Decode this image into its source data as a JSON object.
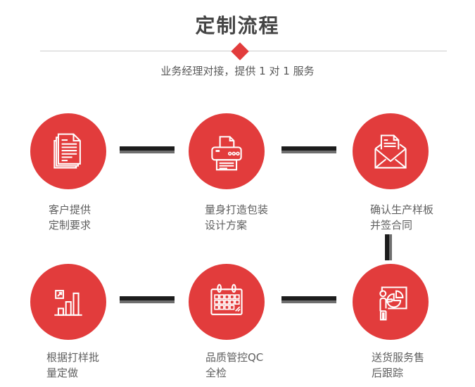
{
  "header": {
    "title": "定制流程",
    "subtitle": "业务经理对接，提供 1 对 1 服务"
  },
  "steps": [
    {
      "icon": "documents-icon",
      "line1": "客户提供",
      "line2": "定制要求"
    },
    {
      "icon": "printer-icon",
      "line1": "量身打造包装",
      "line2": "设计方案"
    },
    {
      "icon": "envelope-icon",
      "line1": "确认生产样板",
      "line2": "并签合同"
    },
    {
      "icon": "bar-chart-icon",
      "line1": "根据打样批",
      "line2": "量定做"
    },
    {
      "icon": "calendar-icon",
      "line1": "品质管控QC",
      "line2": "全检"
    },
    {
      "icon": "presentation-icon",
      "line1": "送货服务售",
      "line2": "后跟踪"
    }
  ],
  "colors": {
    "accent_red": "#e23c3c",
    "title_text": "#454545",
    "body_text": "#5f5f5f",
    "divider_line": "#cccccc",
    "connector_dark": "#1c1c1c",
    "connector_gray": "#6f6f6f",
    "icon_stroke": "#ffffff"
  }
}
